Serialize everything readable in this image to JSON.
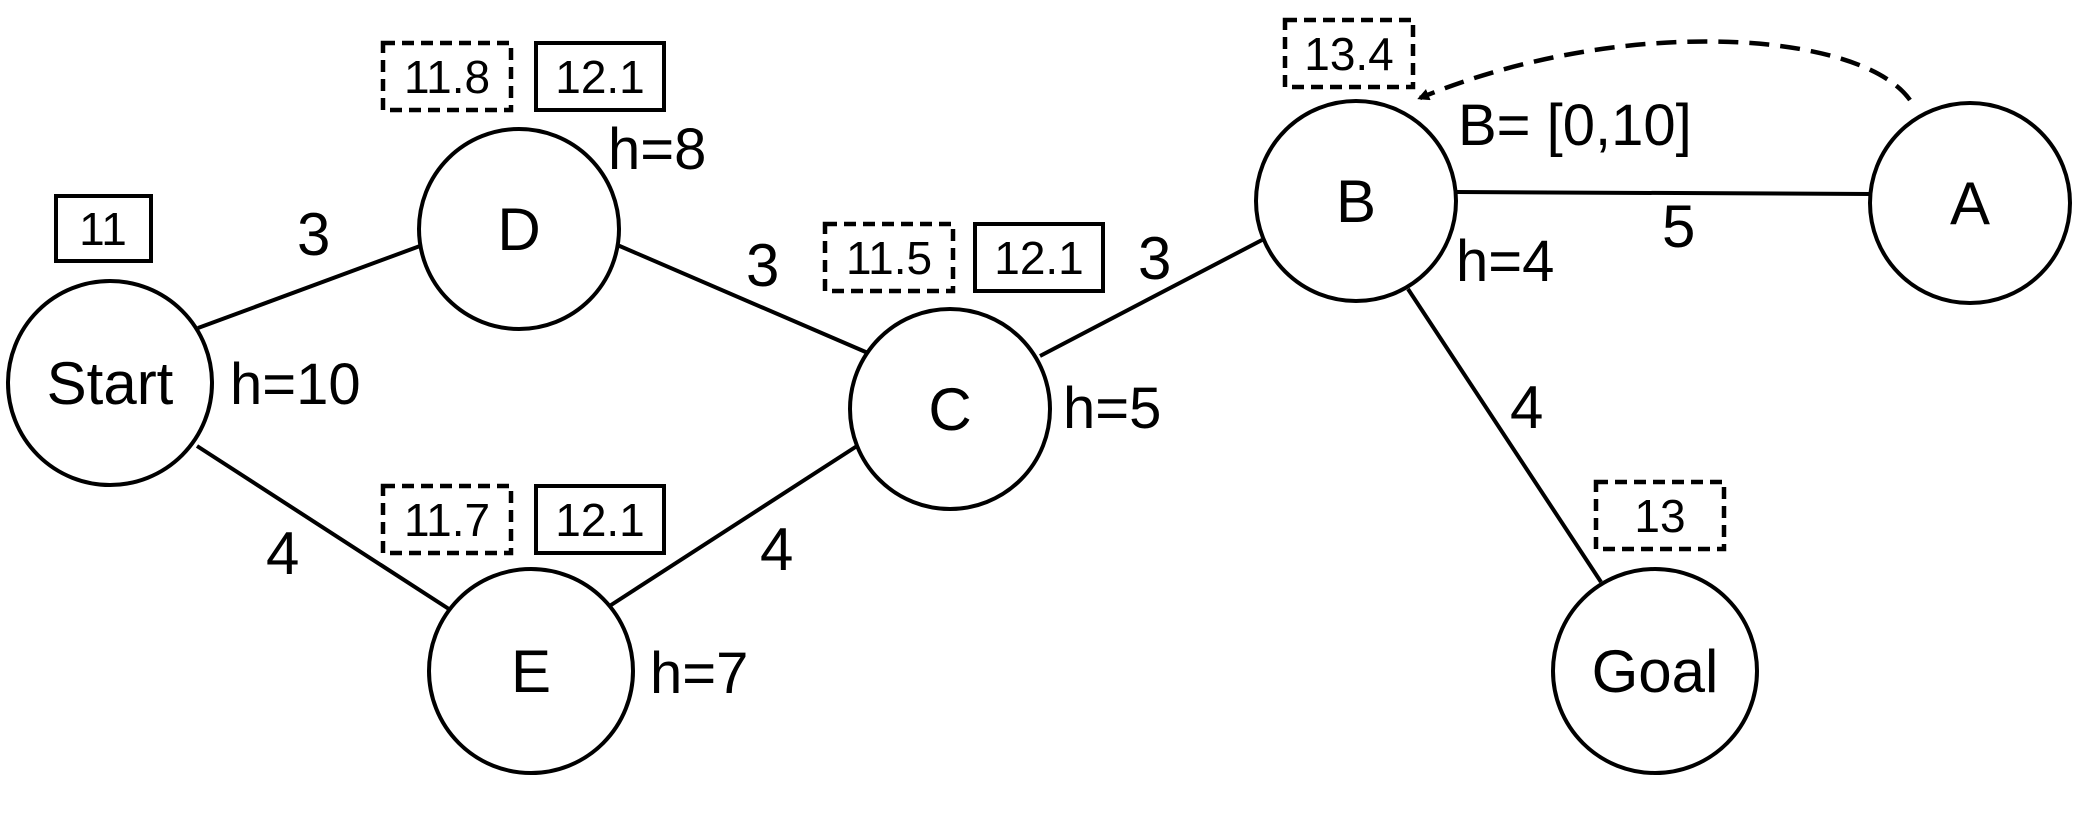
{
  "nodes": {
    "start": {
      "label": "Start",
      "h": "h=10",
      "boxes": [
        "11"
      ]
    },
    "d": {
      "label": "D",
      "h": "h=8",
      "boxes": [
        "11.8",
        "12.1"
      ]
    },
    "e": {
      "label": "E",
      "h": "h=7",
      "boxes": [
        "11.7",
        "12.1"
      ]
    },
    "c": {
      "label": "C",
      "h": "h=5",
      "boxes": [
        "11.5",
        "12.1"
      ]
    },
    "b": {
      "label": "B",
      "h": "h=4",
      "boxes": [
        "13.4"
      ],
      "range": "B= [0,10]"
    },
    "a": {
      "label": "A"
    },
    "goal": {
      "label": "Goal",
      "boxes": [
        "13"
      ]
    }
  },
  "edges": [
    {
      "from": "Start",
      "to": "D",
      "weight": "3"
    },
    {
      "from": "Start",
      "to": "E",
      "weight": "4"
    },
    {
      "from": "D",
      "to": "C",
      "weight": "3"
    },
    {
      "from": "E",
      "to": "C",
      "weight": "4"
    },
    {
      "from": "C",
      "to": "B",
      "weight": "3"
    },
    {
      "from": "B",
      "to": "A",
      "weight": "5"
    },
    {
      "from": "B",
      "to": "Goal",
      "weight": "4"
    }
  ]
}
